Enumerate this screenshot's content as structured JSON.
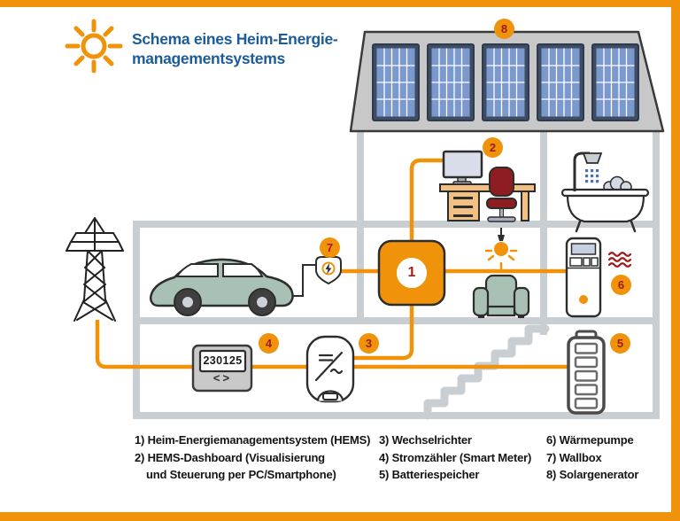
{
  "frame": {
    "accent_color": "#F0920A"
  },
  "title": {
    "line1": "Schema eines Heim-Energie-",
    "line2": "managementsystems",
    "color": "#1C5C99"
  },
  "markers": {
    "m1": "1",
    "m2": "2",
    "m3": "3",
    "m4": "4",
    "m5": "5",
    "m6": "6",
    "m7": "7",
    "m8": "8"
  },
  "smart_meter": {
    "display": "230125",
    "buttons": "<>"
  },
  "legend": {
    "col1": [
      "1) Heim-Energiemanagementsystem (HEMS)",
      "2) HEMS-Dashboard (Visualisierung",
      "und Steuerung per PC/Smartphone)"
    ],
    "col2": [
      "3) Wechselrichter",
      "4) Stromzähler (Smart Meter)",
      "5) Batteriespeicher"
    ],
    "col3": [
      "6) Wärmepumpe",
      "7) Wallbox",
      "8) Solargenerator"
    ]
  },
  "colors": {
    "line_orange": "#F0920A",
    "number_red": "#9E1B1B",
    "title_blue": "#1C5C99",
    "house_gray": "#C9CED3",
    "roof_gray": "#C8C8C8",
    "panel_blue": "#7C99CE",
    "car_green": "#A9C0B4",
    "chair_red": "#8E1D22",
    "desk_tan": "#F2C083"
  }
}
